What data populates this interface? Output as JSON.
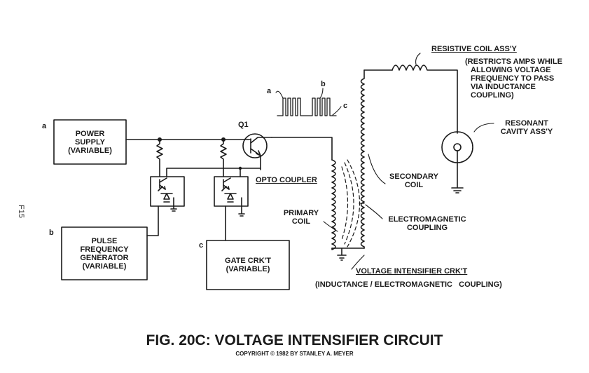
{
  "figure": {
    "title": "FIG. 20C: VOLTAGE INTENSIFIER CIRCUIT",
    "copyright": "COPYRIGHT © 1982 BY STANLEY A. MEYER",
    "page_marker": "F15"
  },
  "blocks": {
    "power_supply": {
      "marker": "a",
      "lines": [
        "POWER",
        "SUPPLY",
        "(VARIABLE)"
      ]
    },
    "pulse_generator": {
      "marker": "b",
      "lines": [
        "PULSE",
        "FREQUENCY",
        "GENERATOR",
        "(VARIABLE)"
      ]
    },
    "gate_circuit": {
      "marker": "c",
      "lines": [
        "GATE CRK'T",
        "(VARIABLE)"
      ]
    }
  },
  "components": {
    "transistor": "Q1",
    "opto_coupler": "OPTO COUPLER",
    "primary_coil": [
      "PRIMARY",
      "COIL"
    ],
    "secondary_coil": [
      "SECONDARY",
      "COIL"
    ],
    "em_coupling": [
      "ELECTROMAGNETIC",
      "COUPLING"
    ],
    "resonant_cavity": [
      "RESONANT",
      "CAVITY ASS'Y"
    ],
    "resistive_coil": {
      "title": "RESISTIVE COIL ASS'Y",
      "note": [
        "(RESTRICTS AMPS WHILE",
        "ALLOWING VOLTAGE",
        "FREQUENCY  TO PASS",
        "VIA INDUCTANCE",
        "COUPLING)"
      ]
    },
    "intensifier": {
      "title": "VOLTAGE INTENSIFIER CRK'T",
      "subtitle": "(INDUCTANCE / ELECTROMAGNETIC   COUPLING)"
    }
  },
  "waveform": {
    "markers": [
      "a",
      "b",
      "c"
    ]
  },
  "colors": {
    "ink": "#1a1a1a",
    "paper": "#ffffff"
  }
}
